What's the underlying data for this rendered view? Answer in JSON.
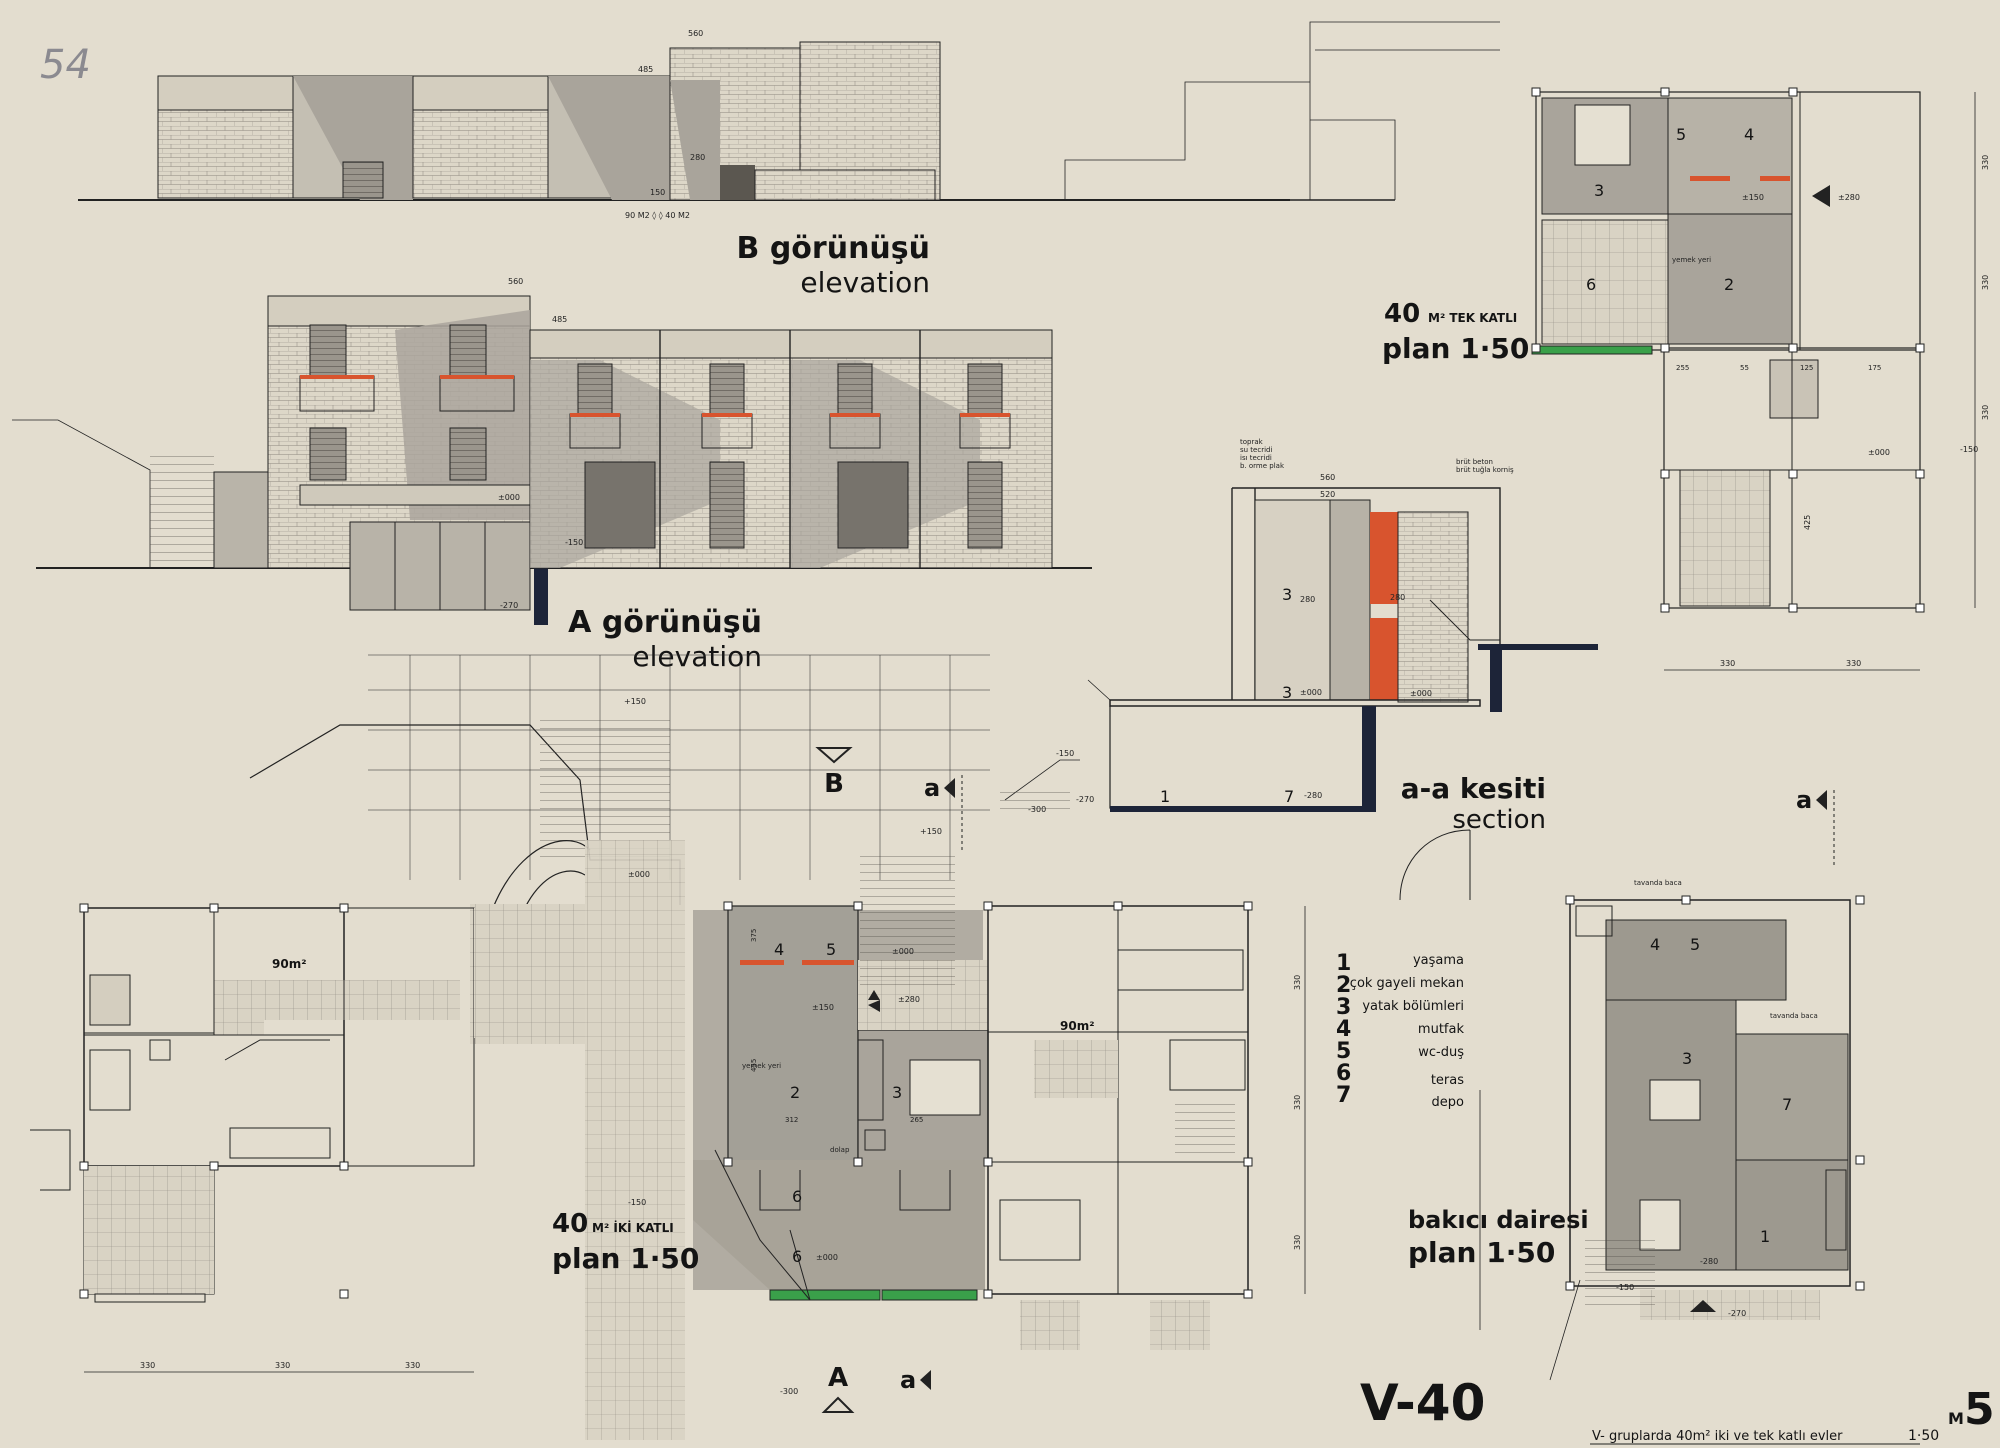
{
  "sheet": {
    "sheet_mark": "54",
    "sheet_code": "V-40",
    "sheet_number": "5",
    "sheet_number_prefix": "M",
    "footer_note": "V- gruplarda 40m² iki ve tek katlı evler",
    "footer_scale": "1·50"
  },
  "elevation_b": {
    "title": "B görünüşü",
    "subtitle": "elevation",
    "note": "90 M2  ◊ ◊ 40 M2",
    "dim_top": "560",
    "dim_mid": "485",
    "dim_a": "280",
    "dim_b": "150"
  },
  "elevation_a": {
    "title": "A görünüşü",
    "subtitle": "elevation",
    "dim_top": "560",
    "dim_mid": "485",
    "lvl_a": "±000",
    "lvl_b": "-150",
    "lvl_c": "-270"
  },
  "plan_single": {
    "title_area": "40",
    "title_unit": "M² TEK KATLI",
    "title_scale": "plan 1·50",
    "lvl_a": "±150",
    "lvl_b": "±280",
    "dims_bottom": [
      "330",
      "330"
    ],
    "dims_top": [
      "255",
      "55",
      "125",
      "175"
    ],
    "dims_side": [
      "330",
      "330",
      "330"
    ],
    "lvl_lower": "±000",
    "dim_inner": "425",
    "lvl_entry": "-150",
    "yemek": "yemek yeri",
    "rooms": [
      "3",
      "5",
      "4",
      "6",
      "2"
    ]
  },
  "section": {
    "title": "a-a kesiti",
    "subtitle": "section",
    "notes": [
      "toprak",
      "su tecridi",
      "isı tecridi",
      "b. orme plak"
    ],
    "notes_right": [
      "brüt beton",
      "brüt tuğla korniş"
    ],
    "dims": [
      "560",
      "520",
      "280",
      "280"
    ],
    "levels": [
      "±000",
      "-150",
      "-270",
      "-300",
      "-280"
    ],
    "rooms": [
      "3",
      "3",
      "1",
      "7"
    ],
    "marker": "a"
  },
  "plan_double": {
    "title_area": "40",
    "title_unit": "M² İKİ KATLI",
    "title_scale": "plan 1·50",
    "label_90_left": "90m²",
    "label_90_right": "90m²",
    "marker_b": "B",
    "marker_a": "A",
    "marker_a_left": "a",
    "marker_a_right": "a",
    "levels": [
      "+150",
      "±000",
      "±000",
      "±150",
      "±280",
      "-150",
      "±000",
      "-300",
      "+150"
    ],
    "dims_bottom": [
      "330",
      "330",
      "330"
    ],
    "dims_side": [
      "330",
      "330",
      "330"
    ],
    "dims_inner": [
      "312",
      "265",
      "375",
      "455"
    ],
    "yemek": "yemek yeri",
    "dolap": "dolap",
    "rooms": [
      "4",
      "5",
      "2",
      "3",
      "6",
      "6"
    ]
  },
  "legend": {
    "numbers": [
      "1",
      "2",
      "3",
      "4",
      "5",
      "6",
      "7"
    ],
    "items": [
      "yaşama",
      "çok gayeli mekan",
      "yatak bölümleri",
      "mutfak",
      "wc-duş",
      "teras",
      "depo"
    ]
  },
  "plan_caretaker": {
    "title": "bakıcı dairesi",
    "title_scale": "plan 1·50",
    "note_top": "tavanda baca",
    "note_mid": "tavanda baca",
    "levels": [
      "-280",
      "-270",
      "-150"
    ],
    "marker": "a",
    "rooms": [
      "4",
      "5",
      "3",
      "7",
      "1"
    ]
  },
  "colors": {
    "paper": "#e3ddcf",
    "ink": "#222222",
    "shade": "#a9a49b",
    "room_gray": "#9a968e",
    "accent_red": "#d8542e",
    "accent_green": "#3aa04a",
    "navy": "#1d2438"
  }
}
